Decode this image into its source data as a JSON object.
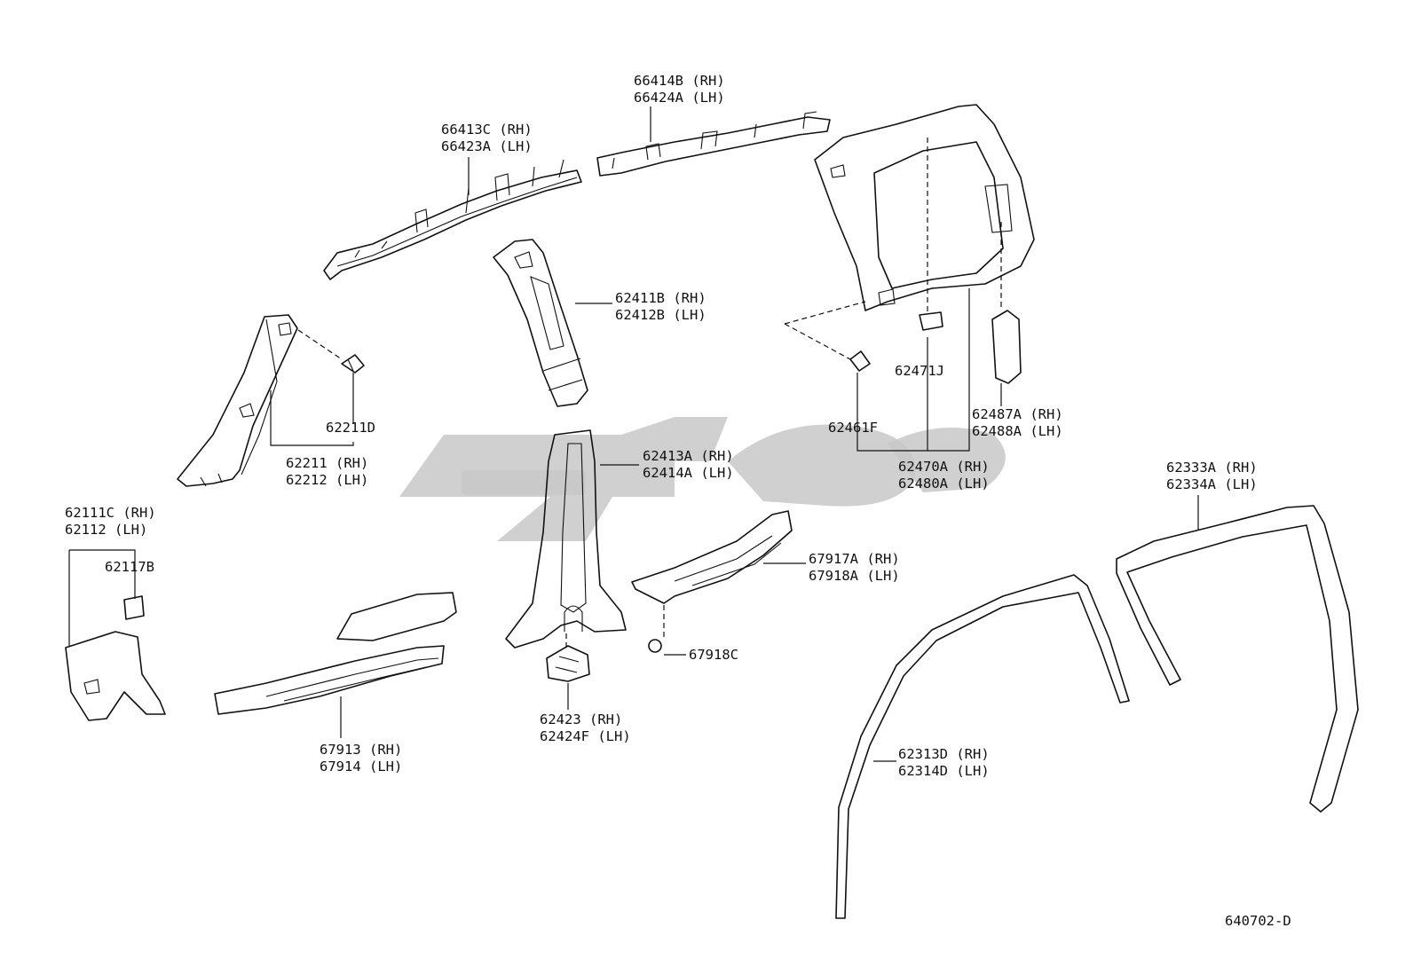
{
  "labels": {
    "l66414": [
      "66414B (RH)",
      "66424A (LH)"
    ],
    "l66413": [
      "66413C (RH)",
      "66423A (LH)"
    ],
    "l62411": [
      "62411B (RH)",
      "62412B (LH)"
    ],
    "l62211d": [
      "62211D"
    ],
    "l62211": [
      "62211 (RH)",
      "62212 (LH)"
    ],
    "l62111": [
      "62111C (RH)",
      "62112  (LH)"
    ],
    "l62117": [
      "62117B"
    ],
    "l62413": [
      "62413A (RH)",
      "62414A (LH)"
    ],
    "l67917": [
      "67917A (RH)",
      "67918A (LH)"
    ],
    "l67918c": [
      "67918C"
    ],
    "l62423": [
      "62423  (RH)",
      "62424F (LH)"
    ],
    "l67913": [
      "67913 (RH)",
      "67914 (LH)"
    ],
    "l62471": [
      "62471J"
    ],
    "l62461": [
      "62461F"
    ],
    "l62487": [
      "62487A (RH)",
      "62488A (LH)"
    ],
    "l62470": [
      "62470A (RH)",
      "62480A (LH)"
    ],
    "l62333": [
      "62333A (RH)",
      "62334A (LH)"
    ],
    "l62313": [
      "62313D (RH)",
      "62314D (LH)"
    ],
    "ref": [
      "640702-D"
    ]
  },
  "colors": {
    "ink": "#111111",
    "watermark": "#c8c8c8",
    "background": "#ffffff"
  }
}
